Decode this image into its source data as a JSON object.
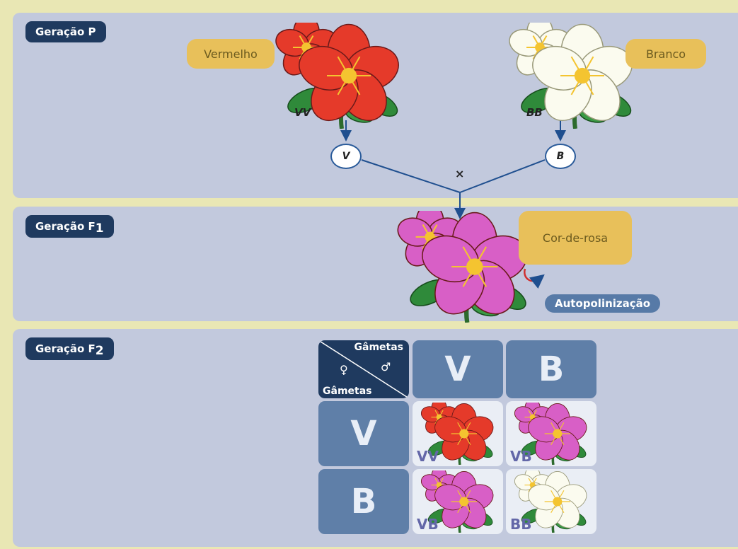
{
  "generations": {
    "p": {
      "label": "Geração P"
    },
    "f1": {
      "label_main": "Geração F",
      "label_sub": "1"
    },
    "f2": {
      "label_main": "Geração F",
      "label_sub": "2"
    }
  },
  "parents": {
    "left": {
      "color_label": "Vermelho",
      "genotype": "VV",
      "gamete": "V",
      "flower_color": "#e53a2a"
    },
    "right": {
      "color_label": "Branco",
      "genotype": "BB",
      "gamete": "B",
      "flower_color": "#fbfbef"
    }
  },
  "cross_symbol": "×",
  "f1": {
    "color_label": "Cor-de-rosa",
    "flower_color": "#d85fc6",
    "selfing_label": "Autopolinização"
  },
  "punnett": {
    "corner_top": "Gâmetas",
    "corner_bottom": "Gâmetas",
    "female_symbol": "♀",
    "male_symbol": "♂",
    "col_headers": [
      "V",
      "B"
    ],
    "row_headers": [
      "V",
      "B"
    ],
    "results": [
      {
        "genotype": "VV",
        "color": "#e53a2a"
      },
      {
        "genotype": "VB",
        "color": "#d85fc6"
      },
      {
        "genotype": "VB",
        "color": "#d85fc6"
      },
      {
        "genotype": "BB",
        "color": "#fbfbef"
      }
    ]
  }
}
